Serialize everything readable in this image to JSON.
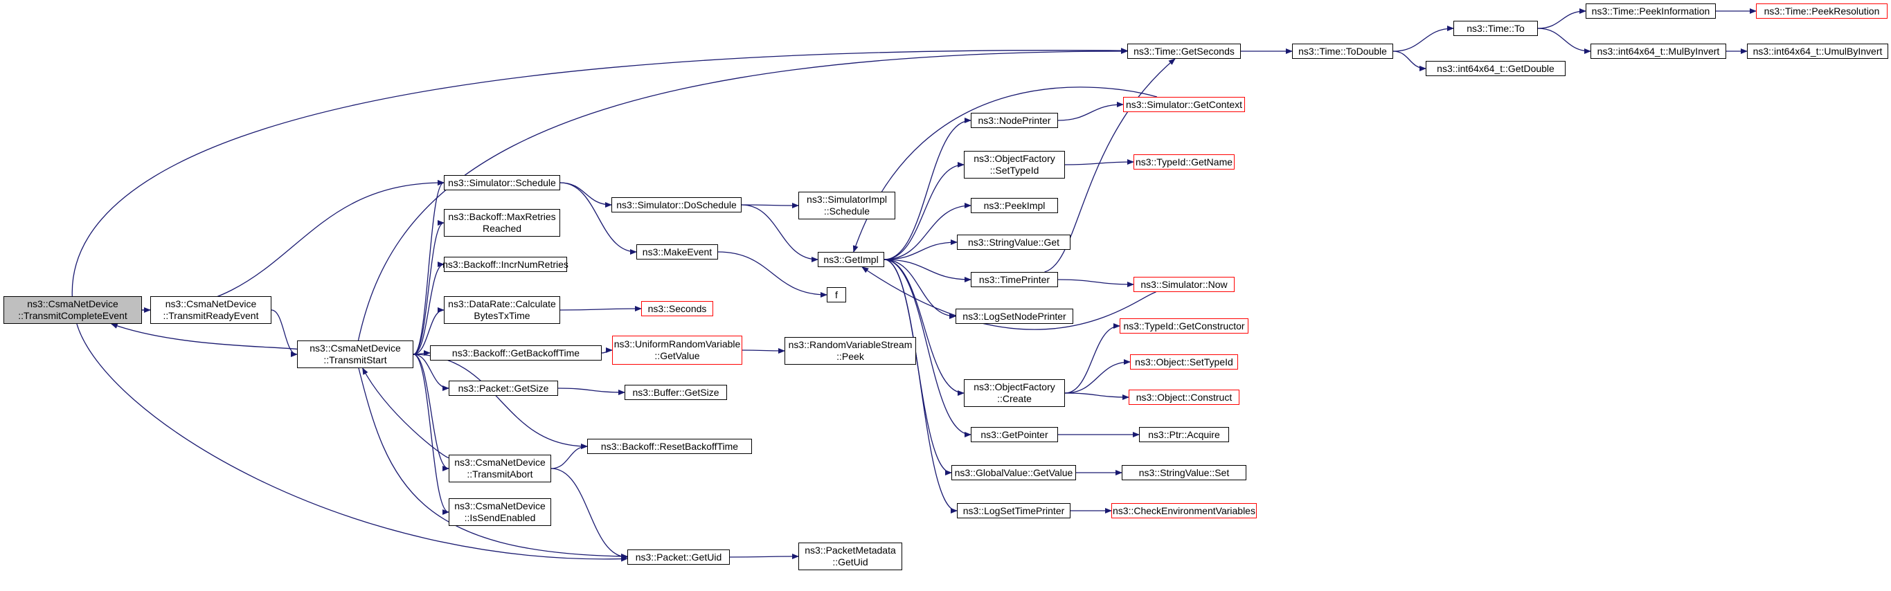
{
  "graph": {
    "colors": {
      "edge": "#191970",
      "node_border": "#000000",
      "external_border": "#ff0000",
      "focus_fill": "#bfbfbf"
    },
    "nodes": [
      {
        "id": "tce",
        "label": "ns3::CsmaNetDevice\n::TransmitCompleteEvent",
        "style": "focus"
      },
      {
        "id": "tre",
        "label": "ns3::CsmaNetDevice\n::TransmitReadyEvent",
        "style": "normal"
      },
      {
        "id": "ts",
        "label": "ns3::CsmaNetDevice\n::TransmitStart",
        "style": "normal"
      },
      {
        "id": "sched",
        "label": "ns3::Simulator::Schedule",
        "style": "normal"
      },
      {
        "id": "bmr",
        "label": "ns3::Backoff::MaxRetries\nReached",
        "style": "normal"
      },
      {
        "id": "binr",
        "label": "ns3::Backoff::IncrNumRetries",
        "style": "normal"
      },
      {
        "id": "drc",
        "label": "ns3::DataRate::Calculate\nBytesTxTime",
        "style": "normal"
      },
      {
        "id": "bgbt",
        "label": "ns3::Backoff::GetBackoffTime",
        "style": "normal"
      },
      {
        "id": "pgs",
        "label": "ns3::Packet::GetSize",
        "style": "normal"
      },
      {
        "id": "brbt",
        "label": "ns3::Backoff::ResetBackoffTime",
        "style": "normal"
      },
      {
        "id": "ta",
        "label": "ns3::CsmaNetDevice\n::TransmitAbort",
        "style": "normal"
      },
      {
        "id": "ise",
        "label": "ns3::CsmaNetDevice\n::IsSendEnabled",
        "style": "normal"
      },
      {
        "id": "pgu",
        "label": "ns3::Packet::GetUid",
        "style": "normal"
      },
      {
        "id": "ds",
        "label": "ns3::Simulator::DoSchedule",
        "style": "normal"
      },
      {
        "id": "me",
        "label": "ns3::MakeEvent",
        "style": "normal"
      },
      {
        "id": "secs",
        "label": "ns3::Seconds",
        "style": "red"
      },
      {
        "id": "urv",
        "label": "ns3::UniformRandomVariable\n::GetValue",
        "style": "red"
      },
      {
        "id": "bufgs",
        "label": "ns3::Buffer::GetSize",
        "style": "normal"
      },
      {
        "id": "pmgu",
        "label": "ns3::PacketMetadata\n::GetUid",
        "style": "normal"
      },
      {
        "id": "sis",
        "label": "ns3::SimulatorImpl\n::Schedule",
        "style": "normal"
      },
      {
        "id": "gi",
        "label": "ns3::GetImpl",
        "style": "normal"
      },
      {
        "id": "f",
        "label": "f",
        "style": "normal"
      },
      {
        "id": "rvsp",
        "label": "ns3::RandomVariableStream\n::Peek",
        "style": "normal"
      },
      {
        "id": "np",
        "label": "ns3::NodePrinter",
        "style": "normal"
      },
      {
        "id": "ofst",
        "label": "ns3::ObjectFactory\n::SetTypeId",
        "style": "normal"
      },
      {
        "id": "pi",
        "label": "ns3::PeekImpl",
        "style": "normal"
      },
      {
        "id": "svg",
        "label": "ns3::StringValue::Get",
        "style": "normal"
      },
      {
        "id": "tp",
        "label": "ns3::TimePrinter",
        "style": "normal"
      },
      {
        "id": "lsnp",
        "label": "ns3::LogSetNodePrinter",
        "style": "normal"
      },
      {
        "id": "ofc",
        "label": "ns3::ObjectFactory\n::Create",
        "style": "normal"
      },
      {
        "id": "gp",
        "label": "ns3::GetPointer",
        "style": "normal"
      },
      {
        "id": "gvgv",
        "label": "ns3::GlobalValue::GetValue",
        "style": "normal"
      },
      {
        "id": "lstp",
        "label": "ns3::LogSetTimePrinter",
        "style": "normal"
      },
      {
        "id": "tgs",
        "label": "ns3::Time::GetSeconds",
        "style": "normal"
      },
      {
        "id": "sgc",
        "label": "ns3::Simulator::GetContext",
        "style": "red"
      },
      {
        "id": "tgn",
        "label": "ns3::TypeId::GetName",
        "style": "red"
      },
      {
        "id": "snow",
        "label": "ns3::Simulator::Now",
        "style": "red"
      },
      {
        "id": "tgc",
        "label": "ns3::TypeId::GetConstructor",
        "style": "red"
      },
      {
        "id": "ost",
        "label": "ns3::Object::SetTypeId",
        "style": "red"
      },
      {
        "id": "oc",
        "label": "ns3::Object::Construct",
        "style": "red"
      },
      {
        "id": "pa",
        "label": "ns3::Ptr::Acquire",
        "style": "normal"
      },
      {
        "id": "ssv",
        "label": "ns3::StringValue::Set",
        "style": "normal"
      },
      {
        "id": "cev",
        "label": "ns3::CheckEnvironmentVariables",
        "style": "red"
      },
      {
        "id": "ttd",
        "label": "ns3::Time::ToDouble",
        "style": "normal"
      },
      {
        "id": "tto",
        "label": "ns3::Time::To",
        "style": "normal"
      },
      {
        "id": "igd",
        "label": "ns3::int64x64_t::GetDouble",
        "style": "normal"
      },
      {
        "id": "tpi",
        "label": "ns3::Time::PeekInformation",
        "style": "normal"
      },
      {
        "id": "imbi",
        "label": "ns3::int64x64_t::MulByInvert",
        "style": "normal"
      },
      {
        "id": "tpr",
        "label": "ns3::Time::PeekResolution",
        "style": "red"
      },
      {
        "id": "iumbi",
        "label": "ns3::int64x64_t::UmulByInvert",
        "style": "normal"
      }
    ],
    "edges": [
      [
        "tce",
        "tre"
      ],
      [
        "tce",
        "sched"
      ],
      [
        "tce",
        "tgs"
      ],
      [
        "tce",
        "pgu"
      ],
      [
        "tre",
        "ts"
      ],
      [
        "ts",
        "tce"
      ],
      [
        "ts",
        "sched"
      ],
      [
        "ts",
        "bmr"
      ],
      [
        "ts",
        "binr"
      ],
      [
        "ts",
        "drc"
      ],
      [
        "ts",
        "bgbt"
      ],
      [
        "ts",
        "pgs"
      ],
      [
        "ts",
        "brbt"
      ],
      [
        "ts",
        "ta"
      ],
      [
        "ts",
        "ise"
      ],
      [
        "ts",
        "pgu"
      ],
      [
        "ts",
        "tgs"
      ],
      [
        "ta",
        "ts"
      ],
      [
        "ta",
        "brbt"
      ],
      [
        "ta",
        "pgu"
      ],
      [
        "sched",
        "ds"
      ],
      [
        "sched",
        "me"
      ],
      [
        "ds",
        "sis"
      ],
      [
        "ds",
        "gi"
      ],
      [
        "me",
        "f"
      ],
      [
        "drc",
        "secs"
      ],
      [
        "bgbt",
        "urv"
      ],
      [
        "urv",
        "rvsp"
      ],
      [
        "pgs",
        "bufgs"
      ],
      [
        "pgu",
        "pmgu"
      ],
      [
        "gi",
        "np"
      ],
      [
        "gi",
        "ofst"
      ],
      [
        "gi",
        "pi"
      ],
      [
        "gi",
        "svg"
      ],
      [
        "gi",
        "tp"
      ],
      [
        "gi",
        "lsnp"
      ],
      [
        "gi",
        "ofc"
      ],
      [
        "gi",
        "gp"
      ],
      [
        "gi",
        "gvgv"
      ],
      [
        "gi",
        "lstp"
      ],
      [
        "sgc",
        "gi"
      ],
      [
        "snow",
        "gi"
      ],
      [
        "np",
        "sgc"
      ],
      [
        "ofst",
        "tgn"
      ],
      [
        "tp",
        "snow"
      ],
      [
        "tp",
        "tgs"
      ],
      [
        "ofc",
        "tgc"
      ],
      [
        "ofc",
        "ost"
      ],
      [
        "ofc",
        "oc"
      ],
      [
        "gp",
        "pa"
      ],
      [
        "gvgv",
        "ssv"
      ],
      [
        "lstp",
        "cev"
      ],
      [
        "tgs",
        "ttd"
      ],
      [
        "ttd",
        "tto"
      ],
      [
        "ttd",
        "igd"
      ],
      [
        "tto",
        "tpi"
      ],
      [
        "tto",
        "imbi"
      ],
      [
        "tpi",
        "tpr"
      ],
      [
        "imbi",
        "iumbi"
      ]
    ]
  }
}
